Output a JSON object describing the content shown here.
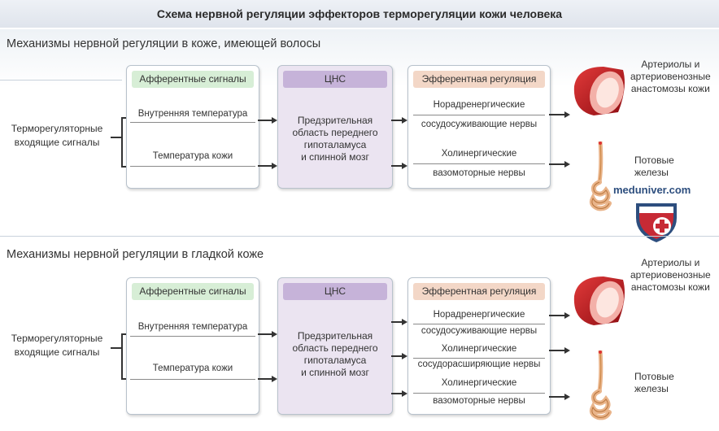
{
  "title": "Схема нервной регуляции эффекторов терморегуляции кожи человека",
  "section1": {
    "title": "Механизмы нервной регуляции в коже, имеющей волосы",
    "input_label": "Терморегуляторные\nвходящие сигналы",
    "afferent": {
      "header": "Афферентные сигналы",
      "signals": [
        "Внутренняя температура",
        "Температура кожи"
      ]
    },
    "cns": {
      "header": "ЦНС",
      "text": "Предзрительная\nобласть переднего\nгипоталамуса\nи спинной мозг"
    },
    "efferent": {
      "header": "Эфферентная регуляция",
      "items": [
        {
          "line1": "Норадренергические",
          "line2": "сосудосуживающие нервы"
        },
        {
          "line1": "Холинергические",
          "line2": "вазомоторные нервы"
        }
      ]
    },
    "targets": [
      "Артериолы и\nартериовенозные\nанастомозы кожи",
      "Потовые\nжелезы"
    ]
  },
  "section2": {
    "title": "Механизмы нервной регуляции в гладкой коже",
    "input_label": "Терморегуляторные\nвходящие сигналы",
    "afferent": {
      "header": "Афферентные сигналы",
      "signals": [
        "Внутренняя температура",
        "Температура кожи"
      ]
    },
    "cns": {
      "header": "ЦНС",
      "text": "Предзрительная\nобласть переднего\nгипоталамуса\nи спинной мозг"
    },
    "efferent": {
      "header": "Эфферентная регуляция",
      "items": [
        {
          "line1": "Норадренергические",
          "line2": "сосудосуживающие нервы"
        },
        {
          "line1": "Холинергические",
          "line2": "сосудорасширяющие нервы"
        },
        {
          "line1": "Холинергические",
          "line2": "вазомоторные нервы"
        }
      ]
    },
    "targets": [
      "Артериолы и\nартериовенозные\nанастомозы кожи",
      "Потовые\nжелезы"
    ]
  },
  "watermark": "meduniver.com",
  "colors": {
    "afferent_header": "#d7eed6",
    "cns_header": "#c6b3d9",
    "efferent_header": "#f3d7c7",
    "cns_body": "#ebe4f1",
    "vessel": "#c8141e"
  }
}
